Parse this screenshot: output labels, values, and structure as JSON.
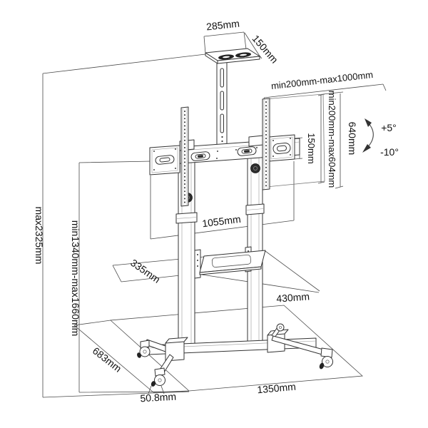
{
  "diagram": {
    "type": "technical-dimension-drawing",
    "subject": "mobile TV cart / trolley stand with casters, AV shelf and camera tray",
    "colors": {
      "background": "#ffffff",
      "ink": "#333333",
      "dimension_lines": "#4a4a4a",
      "text": "#111111"
    },
    "labels": {
      "top_shelf_width": "285mm",
      "top_shelf_depth": "150mm",
      "mount_width_range": "min200mm-max1000mm",
      "mount_height_range": "min200mm-max604mm",
      "rail_length": "640mm",
      "bracket_height": "150mm",
      "tilt_up": "+5°",
      "tilt_down": "-10°",
      "crossbar_width": "1055mm",
      "overall_height_max": "max2325mm",
      "height_adjust_range": "min1340mm-max1660mm",
      "shelf_depth": "335mm",
      "shelf_width": "430mm",
      "base_depth": "683mm",
      "caster_diameter": "50.8mm",
      "base_width": "1350mm"
    }
  }
}
